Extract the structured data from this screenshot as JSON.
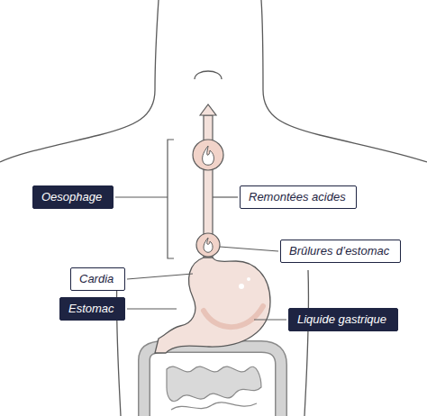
{
  "diagram": {
    "nodes": [
      {
        "text": [
          "Oesophage"
        ]
      },
      {
        "text": [
          "Remontées acides"
        ]
      },
      {
        "text": [
          "Brûlures d’estomac"
        ]
      },
      {
        "text": [
          "Cardia"
        ]
      },
      {
        "text": [
          "Estomac"
        ]
      },
      {
        "text": [
          "Liquide gastrique"
        ]
      }
    ]
  }
}
